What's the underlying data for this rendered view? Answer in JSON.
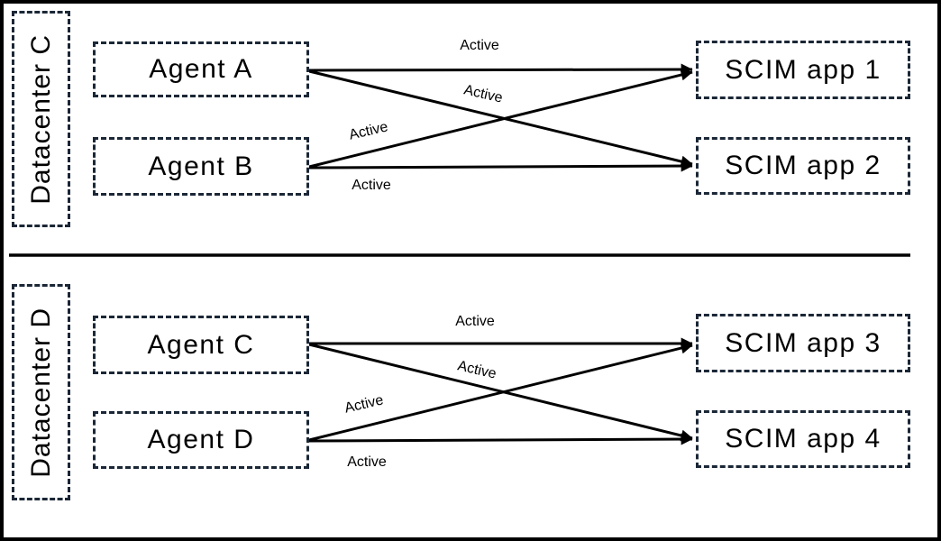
{
  "sections": [
    {
      "datacenter": "Datacenter C",
      "nodes": {
        "agent_top": "Agent A",
        "agent_bottom": "Agent B",
        "app_top": "SCIM app 1",
        "app_bottom": "SCIM app 2"
      },
      "connections": [
        {
          "from": "Agent A",
          "to": "SCIM app 1",
          "label": "Active"
        },
        {
          "from": "Agent A",
          "to": "SCIM app 2",
          "label": "Active"
        },
        {
          "from": "Agent B",
          "to": "SCIM app 1",
          "label": "Active"
        },
        {
          "from": "Agent B",
          "to": "SCIM app 2",
          "label": "Active"
        }
      ]
    },
    {
      "datacenter": "Datacenter D",
      "nodes": {
        "agent_top": "Agent C",
        "agent_bottom": "Agent D",
        "app_top": "SCIM app 3",
        "app_bottom": "SCIM app 4"
      },
      "connections": [
        {
          "from": "Agent C",
          "to": "SCIM app 3",
          "label": "Active"
        },
        {
          "from": "Agent C",
          "to": "SCIM app 4",
          "label": "Active"
        },
        {
          "from": "Agent D",
          "to": "SCIM app 3",
          "label": "Active"
        },
        {
          "from": "Agent D",
          "to": "SCIM app 4",
          "label": "Active"
        }
      ]
    }
  ],
  "colors": {
    "dashed_border": "#1b2736",
    "line": "#000000",
    "text": "#000000",
    "background": "#ffffff"
  }
}
